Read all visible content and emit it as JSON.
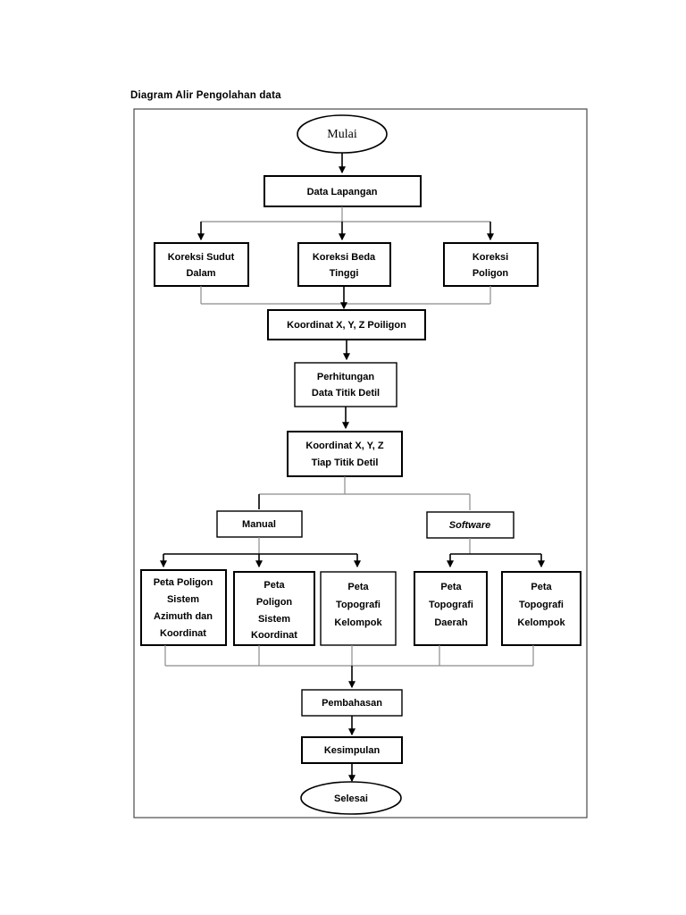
{
  "page": {
    "title": "Diagram Alir Pengolahan data",
    "background_color": "#ffffff",
    "line_color": "#000000",
    "frame_color": "#4a4a4a"
  },
  "flowchart": {
    "start": {
      "label": "Mulai",
      "shape": "oval"
    },
    "end": {
      "label": "Selesai",
      "shape": "oval"
    },
    "nodes": [
      {
        "id": "data_lapangan",
        "label": "Data Lapangan",
        "shape": "rect"
      },
      {
        "id": "koreksi_sudut_dalam",
        "line1": "Koreksi Sudut",
        "line2": "Dalam",
        "shape": "rect"
      },
      {
        "id": "koreksi_beda_tinggi",
        "line1": "Koreksi Beda",
        "line2": "Tinggi",
        "shape": "rect"
      },
      {
        "id": "koreksi_poligon",
        "line1": "Koreksi",
        "line2": "Poligon",
        "shape": "rect"
      },
      {
        "id": "koordinat_poligon",
        "label": "Koordinat X, Y, Z Poiligon",
        "shape": "rect"
      },
      {
        "id": "perhitungan_data_titik_detil",
        "line1": "Perhitungan",
        "line2": "Data Titik Detil",
        "shape": "rect"
      },
      {
        "id": "koordinat_tiap_titik_detil",
        "line1": "Koordinat X, Y, Z",
        "line2": "Tiap Titik Detil",
        "shape": "rect"
      },
      {
        "id": "manual",
        "label": "Manual",
        "shape": "rect",
        "style": "bold"
      },
      {
        "id": "software",
        "label": "Software",
        "shape": "rect",
        "style": "italic"
      },
      {
        "id": "peta_poligon_azimuth",
        "line1": "Peta Poligon",
        "line2": "Sistem",
        "line3": "Azimuth dan",
        "line4": "Koordinat",
        "shape": "rect"
      },
      {
        "id": "peta_poligon_koordinat",
        "line1": "Peta",
        "line2": "Poligon",
        "line3": "Sistem",
        "line4": "Koordinat",
        "shape": "rect"
      },
      {
        "id": "peta_topografi_kelompok_manual",
        "line1": "Peta",
        "line2": "Topografi",
        "line3": "Kelompok",
        "shape": "rect"
      },
      {
        "id": "peta_topografi_daerah",
        "line1": "Peta",
        "line2": "Topografi",
        "line3": "Daerah",
        "shape": "rect"
      },
      {
        "id": "peta_topografi_kelompok_software",
        "line1": "Peta",
        "line2": "Topografi",
        "line3": "Kelompok",
        "shape": "rect"
      },
      {
        "id": "pembahasan",
        "label": "Pembahasan",
        "shape": "rect"
      },
      {
        "id": "kesimpulan",
        "label": "Kesimpulan",
        "shape": "rect"
      }
    ]
  }
}
